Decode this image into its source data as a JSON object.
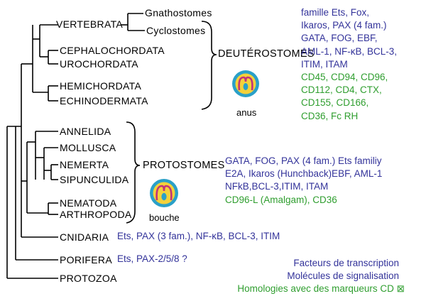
{
  "taxa": {
    "vertebrata": "VERTEBRATA",
    "gnathostomes": "Gnathostomes",
    "cyclostomes": "Cyclostomes",
    "cephalochordata": "CEPHALOCHORDATA",
    "urochordata": "UROCHORDATA",
    "hemichordata": "HEMICHORDATA",
    "echinodermata": "ECHINODERMATA",
    "annelida": "ANNELIDA",
    "mollusca": "MOLLUSCA",
    "nemerta": "NEMERTA",
    "sipunculida": "SIPUNCULIDA",
    "nematoda": "NEMATODA",
    "arthropoda": "ARTHROPODA",
    "cnidaria": "CNIDARIA",
    "porifera": "PORIFERA",
    "protozoa": "PROTOZOA"
  },
  "groups": {
    "deuterostomes": "DEUTÉROSTOMES",
    "protostomes": "PROTOSTOMES"
  },
  "embryo_captions": {
    "anus": "anus",
    "bouche": "bouche"
  },
  "deuterostome_annotations": {
    "transcription": [
      "famille Ets, Fox,",
      "Ikaros, PAX (4 fam.)",
      "GATA, FOG, EBF,",
      "AML-1, NF-κB,  BCL-3,",
      "ITIM,  ITAM"
    ],
    "cd_markers": [
      "CD45, CD94, CD96,",
      "CD112, CD4, CTX,",
      "CD155, CD166,",
      "CD36, Fc RH"
    ]
  },
  "protostome_annotations": {
    "transcription": [
      "GATA, FOG, PAX (4 fam.)  Ets familiy",
      "E2A, Ikaros (Hunchback)EBF, AML-1",
      "NFkB,BCL-3,ITIM,  ITAM"
    ],
    "cd_markers": [
      "CD96-L (Amalgam), CD36"
    ]
  },
  "cnidaria_annotation": "Ets, PAX (3 fam.), NF-κB, BCL-3, ITIM",
  "porifera_annotation": "Ets, PAX-2/5/8 ?",
  "legend": {
    "transcription": "Facteurs de transcription",
    "signaling": "Molécules de signalisation",
    "cd_homology": "Homologies avec des marqueurs CD ⊠"
  },
  "colors": {
    "background": "#ffffff",
    "lines": "#000000",
    "transcription_text": "#33339a",
    "cd_text": "#2f9e2f",
    "embryo_outer": "#2aa0c8",
    "embryo_fill": "#f3d13a",
    "embryo_inner": "#c0327a"
  }
}
